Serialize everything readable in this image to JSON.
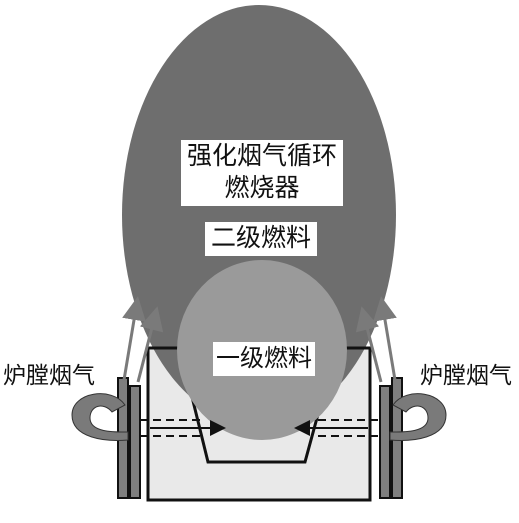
{
  "labels": {
    "burner_line1": "强化烟气循环",
    "burner_line2": "燃烧器",
    "secondary_fuel": "二级燃料",
    "primary_fuel": "一级燃料",
    "flue_gas_left": "炉膛烟气",
    "flue_gas_right": "炉膛烟气"
  },
  "colors": {
    "outer_flame": "#6e6e6e",
    "inner_flame": "#9a9a9a",
    "burner_body": "#e9e9e9",
    "arrow": "#7a7a7a",
    "outline": "#111111"
  }
}
